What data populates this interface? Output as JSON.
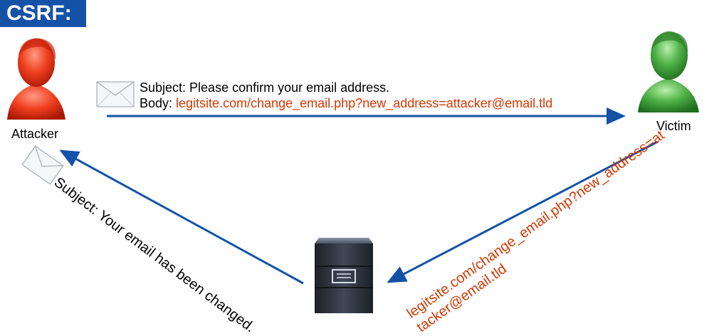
{
  "title": "CSRF:",
  "attacker": {
    "label": "Attacker"
  },
  "victim": {
    "label": "Victim"
  },
  "email1": {
    "subject": "Subject: Please confirm your email address.",
    "body_prefix": "Body: ",
    "body_link": "legitsite.com/change_email.php?new_address=attacker@email.tld"
  },
  "request": {
    "line1": "legitsite.com/change_email.php?new_address=at",
    "line2": "tacker@email.tld"
  },
  "email2": {
    "subject": "Subject: Your email has been changed."
  },
  "colors": {
    "title_bg": "#1352a7",
    "arrow": "#1352a7",
    "link": "#d43800",
    "attacker": "#e8391c",
    "victim": "#39a23a",
    "server": "#2d3440"
  }
}
